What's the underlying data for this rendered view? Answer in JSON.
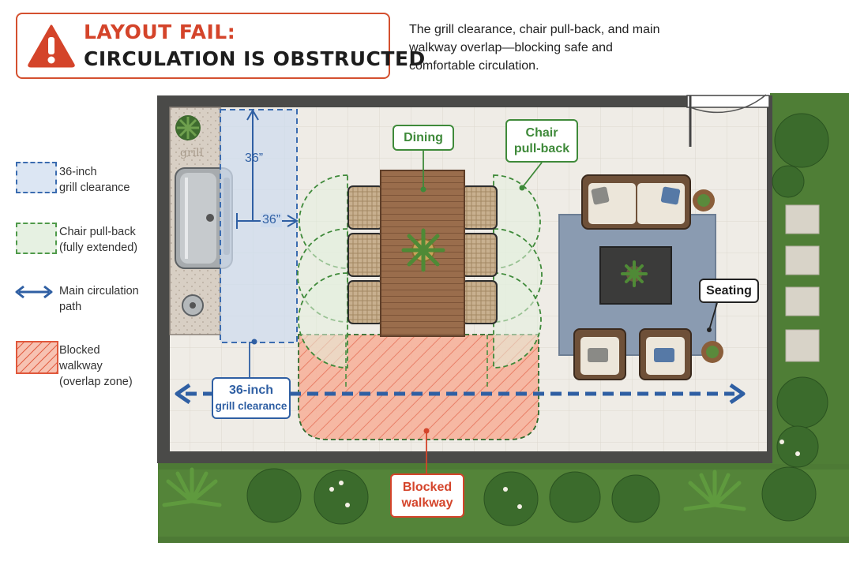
{
  "header": {
    "title_line1": "LAYOUT FAIL:",
    "title_line2": "CIRCULATION IS OBSTRUCTED",
    "description": "The grill clearance, chair pull-back, and main walkway overlap—blocking safe and comfortable circulation."
  },
  "legend": [
    {
      "label_line1": "36-inch",
      "label_line2": "grill clearance",
      "label_line3": "",
      "style": "blue-dashed"
    },
    {
      "label_line1": "Chair pull-back",
      "label_line2": "(fully extended)",
      "label_line3": "",
      "style": "green-dashed"
    },
    {
      "label_line1": "Main circulation",
      "label_line2": "path",
      "label_line3": "",
      "style": "blue-arrow"
    },
    {
      "label_line1": "Blocked",
      "label_line2": "walkway",
      "label_line3": "(overlap zone)",
      "style": "red-hatch"
    }
  ],
  "plan": {
    "grill_label": "grill",
    "dim_vertical": "36”",
    "dim_horizontal": "36”"
  },
  "callouts": {
    "dining": "Dining",
    "chair_pullback_line1": "Chair",
    "chair_pullback_line2": "pull-back",
    "seating": "Seating",
    "grill_clearance_line1": "36-inch",
    "grill_clearance_line2": "grill clearance",
    "blocked_line1": "Blocked",
    "blocked_line2": "walkway"
  },
  "colors": {
    "alert_red": "#d4442a",
    "clearance_blue": "#2f5fa3",
    "pullback_green": "#3f8a3a",
    "blocked_fill": "#f2a48c"
  }
}
